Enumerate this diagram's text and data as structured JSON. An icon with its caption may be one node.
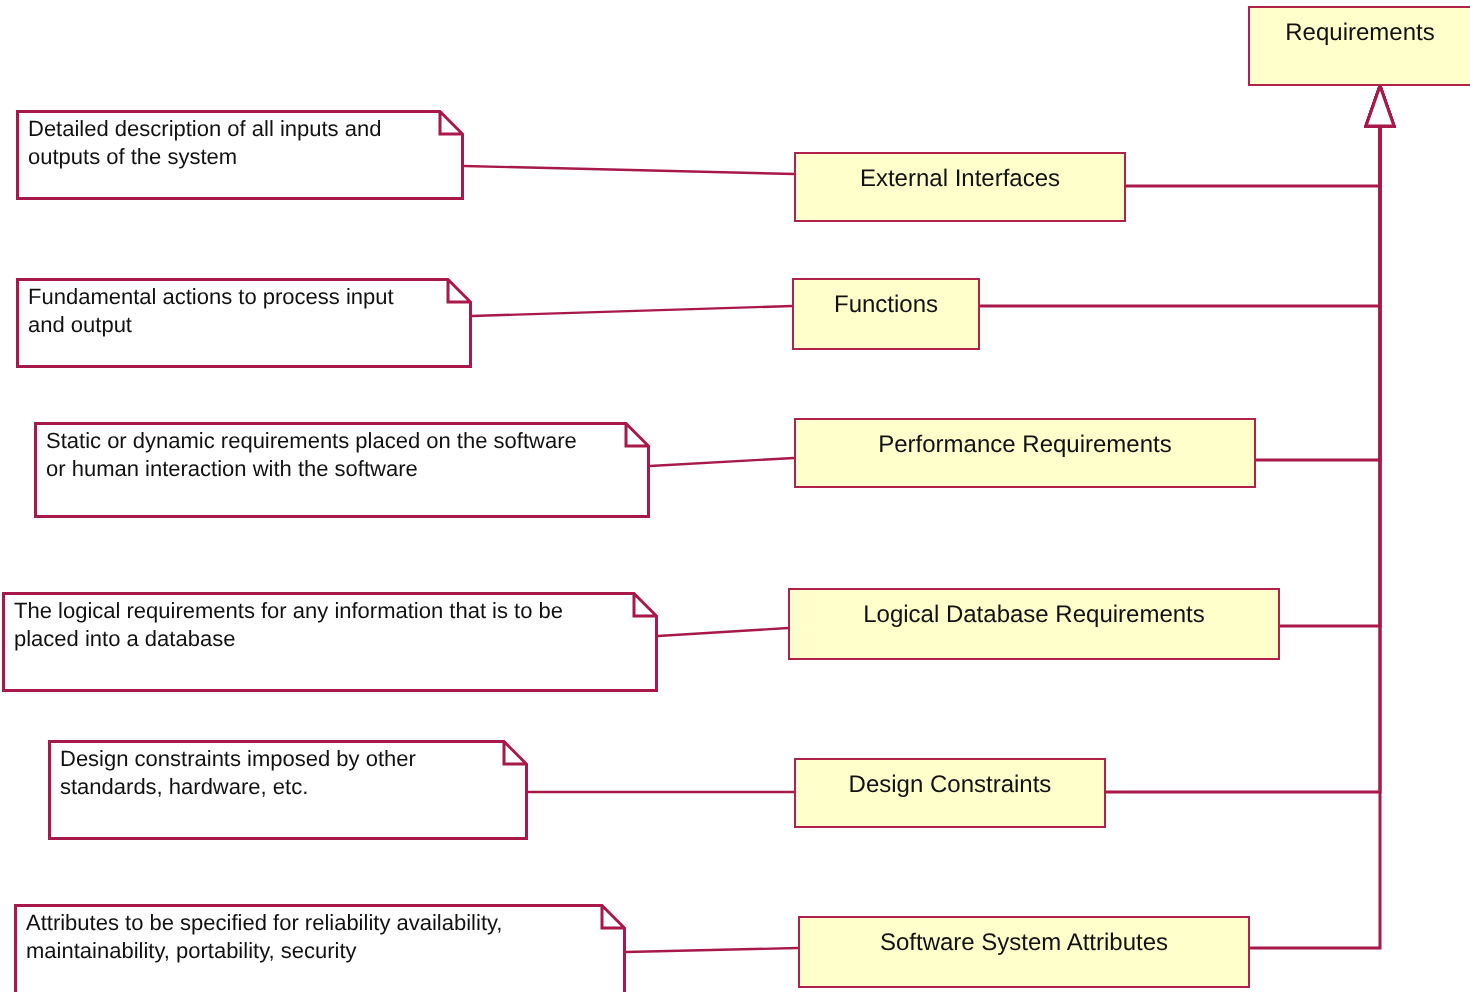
{
  "diagram": {
    "nodes": [
      {
        "text": [
          "Requirements"
        ]
      },
      {
        "text": [
          "Detailed description of all inputs and outputs of the system"
        ]
      },
      {
        "text": [
          "External Interfaces"
        ]
      },
      {
        "text": [
          "Fundamental actions to process input and output"
        ]
      },
      {
        "text": [
          "Functions"
        ]
      },
      {
        "text": [
          "Static or dynamic requirements placed on the software or human interaction with the software"
        ]
      },
      {
        "text": [
          "Performance Requirements"
        ]
      },
      {
        "text": [
          "The logical requirements for any information that is to be placed into a database"
        ]
      },
      {
        "text": [
          "Logical Database Requirements"
        ]
      },
      {
        "text": [
          "Design constraints imposed by other standards, hardware, etc."
        ]
      },
      {
        "text": [
          "Design Constraints"
        ]
      },
      {
        "text": [
          "Attributes to be specified for reliability availability, maintainability, portability, security"
        ]
      },
      {
        "text": [
          "Software System Attributes"
        ]
      }
    ],
    "edges": [
      {
        "from": 1,
        "to": 2,
        "arrow": "none"
      },
      {
        "from": 3,
        "to": 4,
        "arrow": "none"
      },
      {
        "from": 5,
        "to": 6,
        "arrow": "none"
      },
      {
        "from": 7,
        "to": 8,
        "arrow": "none"
      },
      {
        "from": 9,
        "to": 10,
        "arrow": "none"
      },
      {
        "from": 11,
        "to": 12,
        "arrow": "none"
      },
      {
        "from": 2,
        "to": 0,
        "arrow": "to"
      },
      {
        "from": 4,
        "to": 0,
        "arrow": "to"
      },
      {
        "from": 6,
        "to": 0,
        "arrow": "to"
      },
      {
        "from": 8,
        "to": 0,
        "arrow": "to"
      },
      {
        "from": 10,
        "to": 0,
        "arrow": "to"
      },
      {
        "from": 12,
        "to": 0,
        "arrow": "to"
      }
    ]
  }
}
